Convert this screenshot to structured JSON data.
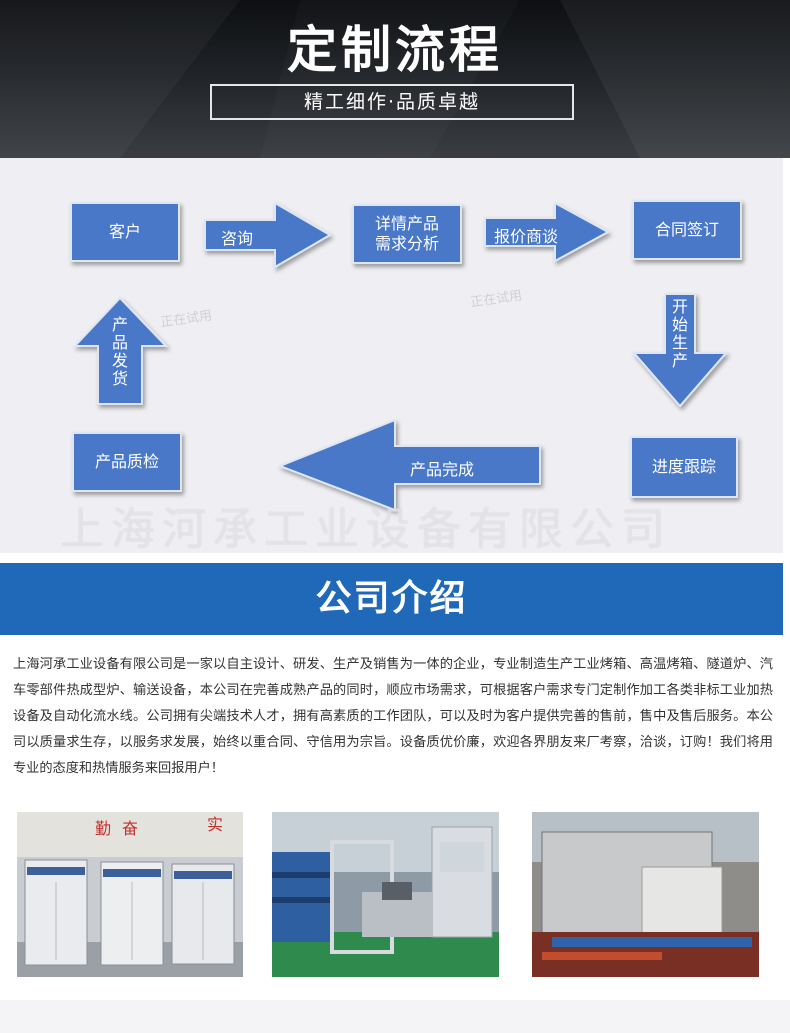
{
  "header": {
    "title": "定制流程",
    "subtitle": "精工细作·品质卓越"
  },
  "flow": {
    "steps": {
      "customer": "客户",
      "analysis_line1": "详情产品",
      "analysis_line2": "需求分析",
      "contract": "合同签订",
      "tracking": "进度跟踪",
      "inspection": "产品质检"
    },
    "arrows": {
      "consult": "咨询",
      "quote": "报价商谈",
      "start_production": [
        "开",
        "始",
        "生",
        "产"
      ],
      "complete": "产品完成",
      "shipping": [
        "产",
        "品",
        "发",
        "货"
      ]
    },
    "watermark_small": "正在试用",
    "watermark_big": "上海河承工业设备有限公司"
  },
  "company": {
    "heading": "公司介绍",
    "intro": "上海河承工业设备有限公司是一家以自主设计、研发、生产及销售为一体的企业，专业制造生产工业烤箱、高温烤箱、隧道炉、汽车零部件热成型炉、输送设备，本公司在完善成熟产品的同时，顺应市场需求，可根据客户需求专门定制作加工各类非标工业加热设备及自动化流水线。公司拥有尖端技术人才，拥有高素质的工作团队，可以及时为客户提供完善的售前，售中及售后服务。本公司以质量求生存，以服务求发展，始终以重合同、守信用为宗旨。设备质优价廉，欢迎各界朋友来厂考察，洽谈，订购！我们将用专业的态度和热情服务来回报用户！",
    "photo1_signs": [
      "勤",
      "奋",
      "实"
    ]
  },
  "colors": {
    "flow_blue": "#4a78c9",
    "banner_blue": "#1f69b8"
  }
}
